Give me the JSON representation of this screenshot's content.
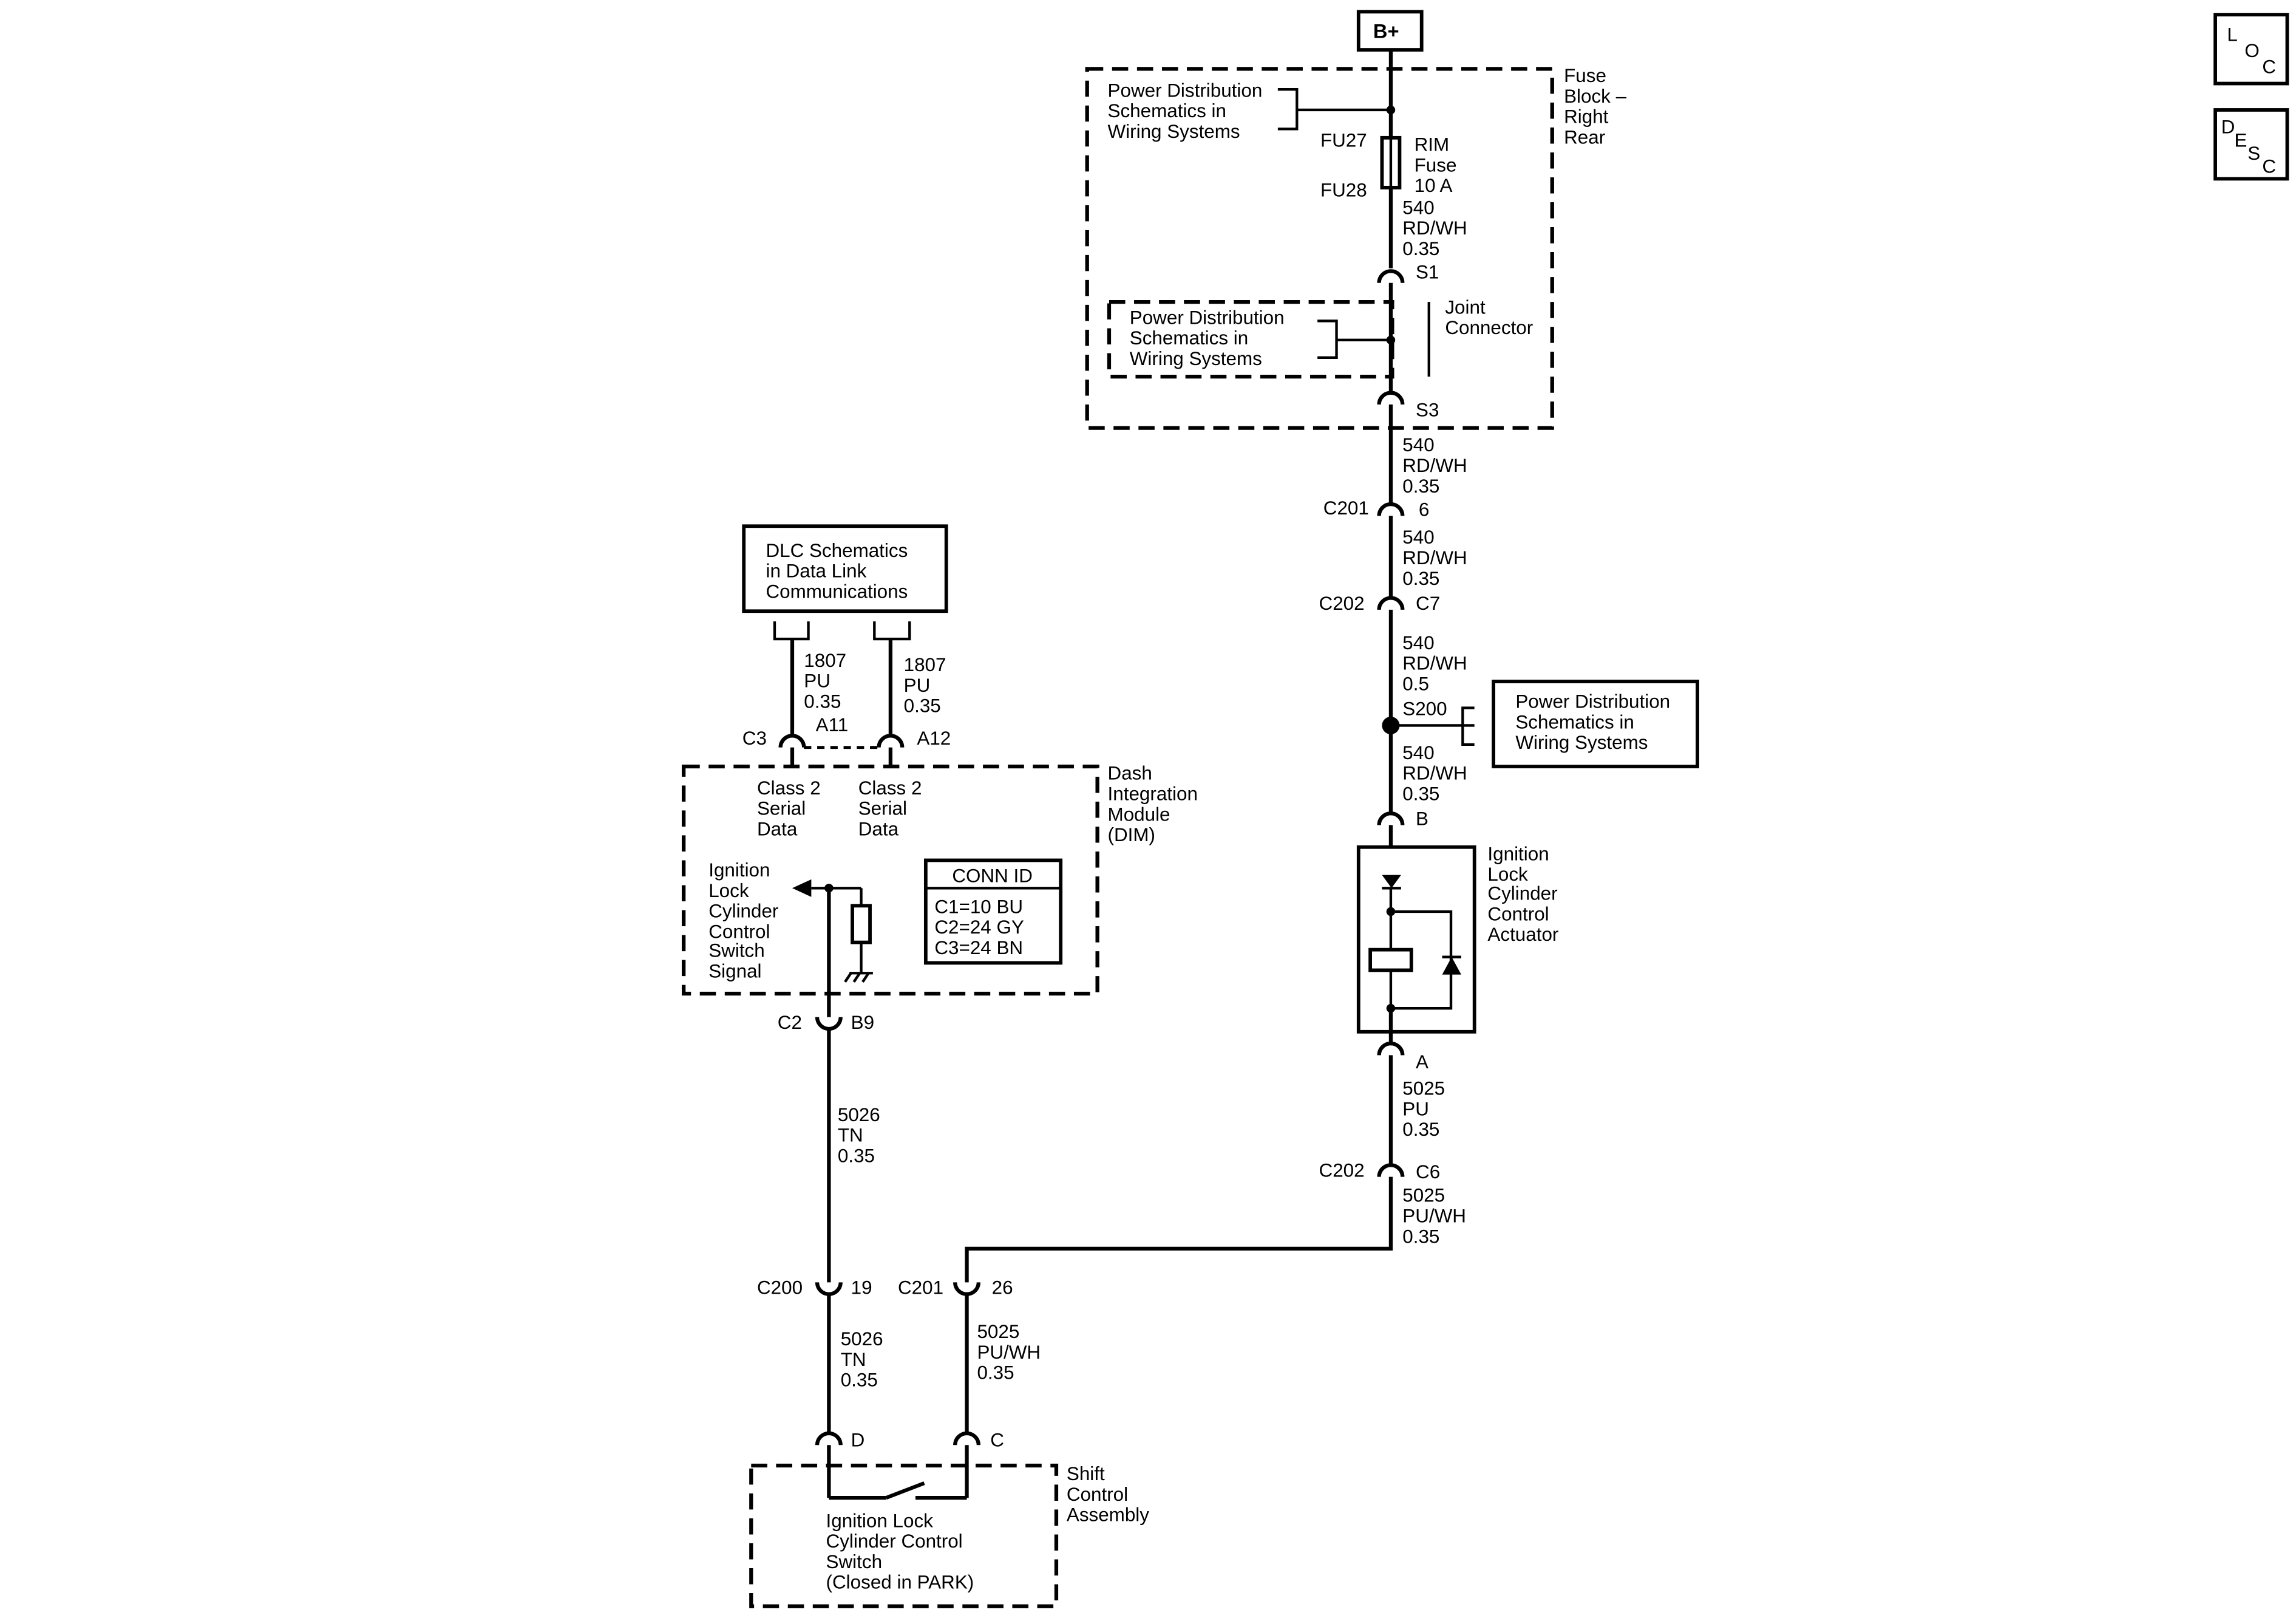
{
  "power": {
    "source": "B+"
  },
  "nav": {
    "loc": [
      "L",
      "O",
      "C"
    ],
    "desc": [
      "D",
      "E",
      "S",
      "C"
    ]
  },
  "fuse_block": {
    "name": [
      "Fuse",
      "Block –",
      "Right",
      "Rear"
    ],
    "pd_ref": [
      "Power Distribution",
      "Schematics in",
      "Wiring Systems"
    ],
    "fuse_in": "FU27",
    "fuse_out": "FU28",
    "fuse_label": [
      "RIM",
      "Fuse",
      "10 A"
    ],
    "joint": [
      "Joint",
      "Connector"
    ],
    "joint_pd_ref": [
      "Power Distribution",
      "Schematics in",
      "Wiring Systems"
    ]
  },
  "wires": {
    "w_540_a": [
      "540",
      "RD/WH",
      "0.35"
    ],
    "w_540_b": [
      "540",
      "RD/WH",
      "0.35"
    ],
    "w_540_c": [
      "540",
      "RD/WH",
      "0.35"
    ],
    "w_540_d": [
      "540",
      "RD/WH",
      "0.5"
    ],
    "w_540_e": [
      "540",
      "RD/WH",
      "0.35"
    ],
    "w_5025_a": [
      "5025",
      "PU",
      "0.35"
    ],
    "w_5025_b": [
      "5025",
      "PU/WH",
      "0.35"
    ],
    "w_5025_c": [
      "5025",
      "PU/WH",
      "0.35"
    ],
    "w_5026_a": [
      "5026",
      "TN",
      "0.35"
    ],
    "w_5026_b": [
      "5026",
      "TN",
      "0.35"
    ],
    "w_1807_a": [
      "1807",
      "PU",
      "0.35"
    ],
    "w_1807_b": [
      "1807",
      "PU",
      "0.35"
    ]
  },
  "connectors": {
    "s1": "S1",
    "s3": "S3",
    "c201_a": "C201",
    "pin6": "6",
    "c202_a": "C202",
    "pinc7": "C7",
    "s200": "S200",
    "pinb": "B",
    "pina": "A",
    "c202_b": "C202",
    "pinc6": "C6",
    "c3": "C3",
    "a11": "A11",
    "a12": "A12",
    "c2": "C2",
    "b9": "B9",
    "c200": "C200",
    "pin19": "19",
    "c201_b": "C201",
    "pin26": "26",
    "pind": "D",
    "pinc": "C"
  },
  "s200_pd_ref": [
    "Power Distribution",
    "Schematics in",
    "Wiring Systems"
  ],
  "actuator": [
    "Ignition",
    "Lock",
    "Cylinder",
    "Control",
    "Actuator"
  ],
  "dlc": [
    "DLC Schematics",
    "in Data Link",
    "Communications"
  ],
  "dim": {
    "name": [
      "Dash",
      "Integration",
      "Module",
      "(DIM)"
    ],
    "class2_left": [
      "Class 2",
      "Serial",
      "Data"
    ],
    "class2_right": [
      "Class 2",
      "Serial",
      "Data"
    ],
    "switch_signal": [
      "Ignition",
      "Lock",
      "Cylinder",
      "Control",
      "Switch",
      "Signal"
    ],
    "conn_id_title": "CONN ID",
    "conn_id_rows": [
      "C1=10 BU",
      "C2=24 GY",
      "C3=24 BN"
    ]
  },
  "shift": {
    "name": [
      "Shift",
      "Control",
      "Assembly"
    ],
    "switch": [
      "Ignition Lock",
      "Cylinder Control",
      "Switch",
      "(Closed in PARK)"
    ]
  }
}
